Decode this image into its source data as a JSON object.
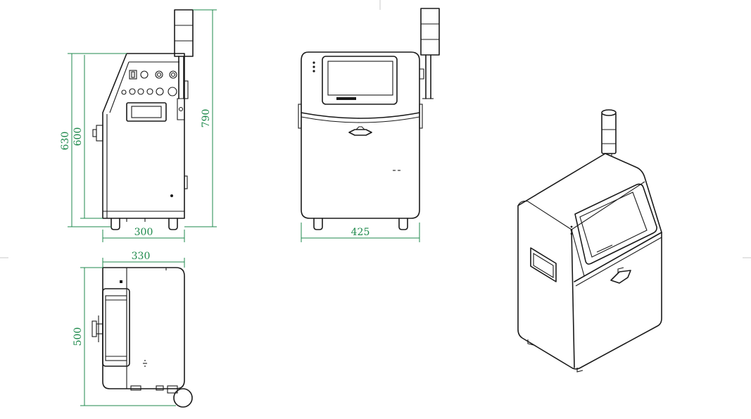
{
  "dimensions": {
    "side_total_height": "630",
    "side_body_height": "600",
    "overall_height": "790",
    "side_depth": "300",
    "front_width": "425",
    "top_width": "330",
    "top_length": "500"
  },
  "colors": {
    "dimension": "#1f8a4c",
    "outline": "#1a1a1a"
  }
}
